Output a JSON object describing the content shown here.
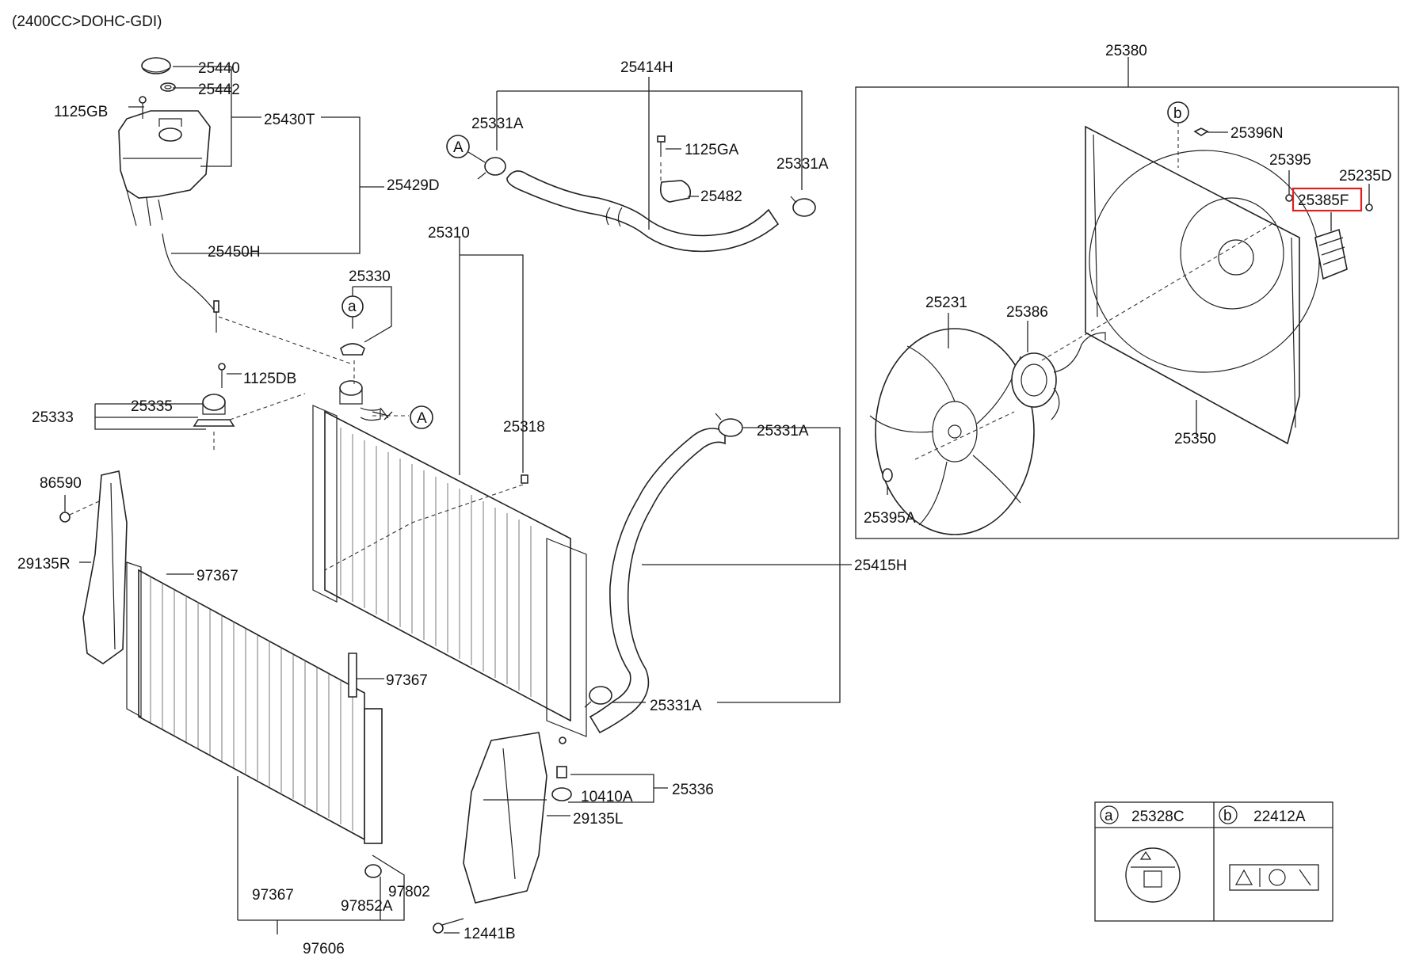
{
  "header": {
    "engine_note": "(2400CC>DOHC-GDI)"
  },
  "labels": {
    "p25440": "25440",
    "p25442": "25442",
    "p1125GB": "1125GB",
    "p25430T": "25430T",
    "p25429D": "25429D",
    "p25450H": "25450H",
    "p25414H": "25414H",
    "p25331A_1": "25331A",
    "p1125GA": "1125GA",
    "p25331A_2": "25331A",
    "p25482": "25482",
    "p25310": "25310",
    "p25330": "25330",
    "p1125DB": "1125DB",
    "p25335": "25335",
    "p25333": "25333",
    "p25318": "25318",
    "p25331A_3": "25331A",
    "p86590": "86590",
    "p29135R": "29135R",
    "p97367_1": "97367",
    "p25415H": "25415H",
    "p97367_2": "97367",
    "p25331A_4": "25331A",
    "p25336": "25336",
    "p10410A": "10410A",
    "p29135L": "29135L",
    "p97802": "97802",
    "p97367_3": "97367",
    "p97852A": "97852A",
    "p12441B": "12441B",
    "p97606": "97606",
    "p25380": "25380",
    "p25396N": "25396N",
    "p25395": "25395",
    "p25235D": "25235D",
    "p25385F": "25385F",
    "p25231": "25231",
    "p25386": "25386",
    "p25350": "25350",
    "p25395A": "25395A"
  },
  "callouts": {
    "a": "a",
    "b": "b",
    "A": "A"
  },
  "legend": {
    "a_code": "25328C",
    "b_code": "22412A"
  },
  "highlight_color": "#e02020"
}
